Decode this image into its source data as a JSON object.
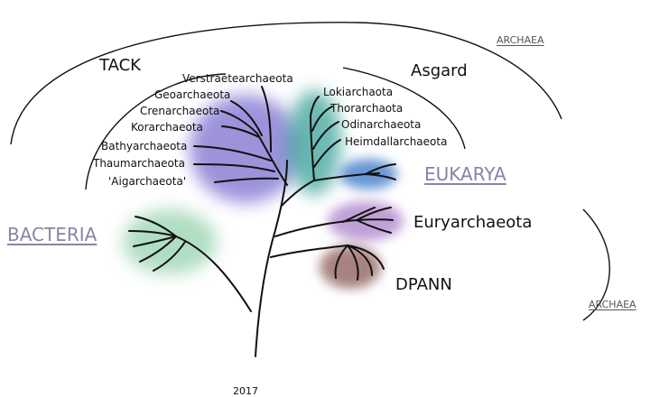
{
  "tack_group": {
    "title": "TACK",
    "members": [
      "Verstraetearchaeota",
      "Geoarchaeota",
      "Crenarchaeota",
      "Korarchaeota",
      "Bathyarchaeota",
      "Thaumarchaeota",
      "'Aigarchaeota'"
    ]
  },
  "asgard_group": {
    "title": "Asgard",
    "members": [
      "Lokiarchaota",
      "Thorarchaota",
      "Odinarchaeota",
      "Heimdallarchaeota"
    ]
  },
  "domains": {
    "bacteria": "BACTERIA",
    "eukarya": "EUKARYA"
  },
  "clades": {
    "euryarchaeota": "Euryarchaeota",
    "dpann": "DPANN"
  },
  "archaea_labels": [
    "ARCHAEA",
    "ARCHAEA"
  ],
  "year": "2017",
  "colors": {
    "tack_blob": "#7b6fd0",
    "asgard_blob": "#3aa39a",
    "eukarya_blob": "#4d84cc",
    "eury_blob": "#a478c6",
    "dpann_blob": "#8a5a55",
    "bacteria_blob": "#7dc79a",
    "branch": "#111111",
    "domain_text": "#8585a8"
  }
}
